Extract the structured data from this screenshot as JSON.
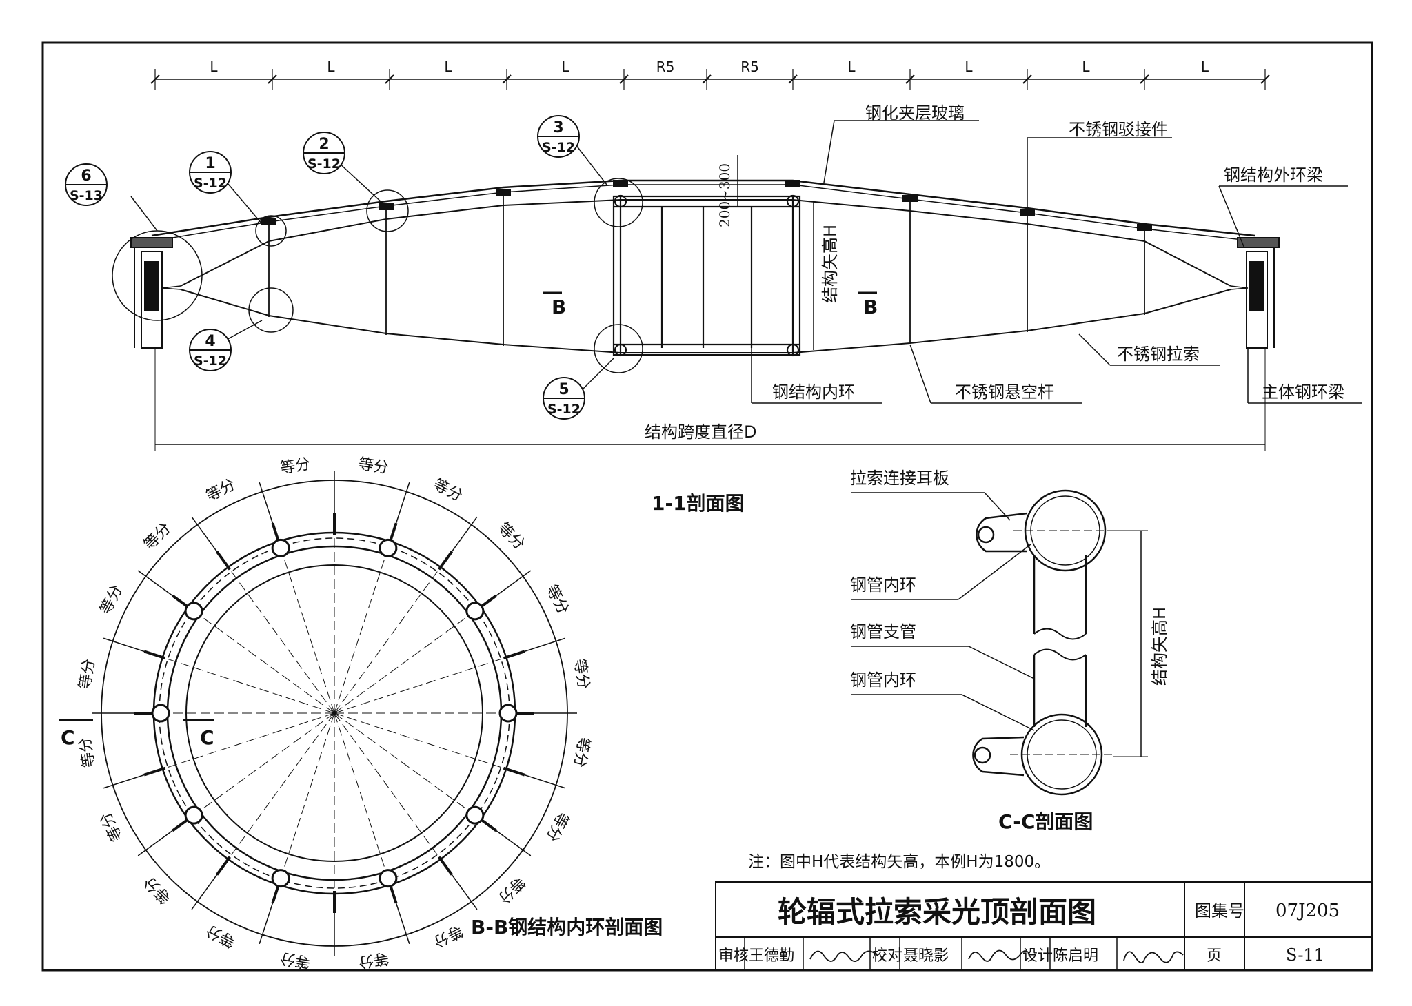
{
  "dims_top": [
    "L",
    "L",
    "L",
    "L",
    "R5",
    "R5",
    "L",
    "L",
    "L",
    "L"
  ],
  "labels": {
    "tempered_glass": "钢化夹层玻璃",
    "ss_connector": "不锈钢驳接件",
    "outer_ring_beam": "钢结构外环梁",
    "ss_cable": "不锈钢拉索",
    "main_ring_beam": "主体钢环梁",
    "inner_ring": "钢结构内环",
    "ss_strut": "不锈钢悬空杆",
    "rise_h": "结构矢高H",
    "dim_200_300": "200~300",
    "span_d": "结构跨度直径D",
    "section_b": "B",
    "section_c": "C"
  },
  "callouts": [
    {
      "num": "6",
      "ref": "S-13"
    },
    {
      "num": "1",
      "ref": "S-12"
    },
    {
      "num": "2",
      "ref": "S-12"
    },
    {
      "num": "3",
      "ref": "S-12"
    },
    {
      "num": "4",
      "ref": "S-12"
    },
    {
      "num": "5",
      "ref": "S-12"
    }
  ],
  "section_titles": {
    "s11": "1-1剖面图",
    "bb": "B-B钢结构内环剖面图",
    "cc": "C-C剖面图"
  },
  "equal_part": "等分",
  "cc_labels": {
    "ear_plate": "拉索连接耳板",
    "inner_ring_top": "钢管内环",
    "branch_pipe": "钢管支管",
    "inner_ring_bottom": "钢管内环",
    "rise_h": "结构矢高H"
  },
  "note": "注：图中H代表结构矢高，本例H为1800。",
  "title_block": {
    "title": "轮辐式拉索采光顶剖面图",
    "atlas_label": "图集号",
    "atlas_no": "07J205",
    "review_label": "审核",
    "reviewer": "王德勤",
    "check_label": "校对",
    "checker": "聂晓影",
    "design_label": "设计",
    "designer": "陈启明",
    "page_label": "页",
    "page_no": "S-11"
  }
}
